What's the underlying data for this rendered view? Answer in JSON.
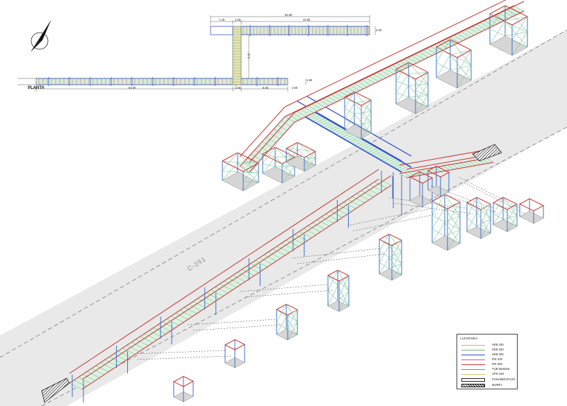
{
  "plan": {
    "title": "PLANTA",
    "dims": {
      "total_top": "52.50",
      "left_top": "7.40",
      "mid_top": "2.50",
      "right_top": "42.60",
      "height_right": "4.00",
      "vertical_mid": "9.16",
      "bottom_total": "63.00",
      "bottom_mid": "2.50",
      "bottom_right": "6.05",
      "bottom_end": "2.60",
      "left_h": "1.60"
    }
  },
  "road": {
    "label": "C-251"
  },
  "legend": {
    "title": "LLEGENDA",
    "items": [
      {
        "label": "HEB 180",
        "color": "#c9b56a"
      },
      {
        "label": "HEB 200",
        "color": "#7fae8a"
      },
      {
        "label": "HEB 300",
        "color": "#2a4fd0"
      },
      {
        "label": "IPE 200",
        "color": "#c85a9a"
      },
      {
        "label": "IPE 360",
        "color": "#c83232"
      },
      {
        "label": "TUB 80x80x5",
        "color": "#5aa070"
      },
      {
        "label": "UPN 160",
        "color": "#d8c46a"
      }
    ],
    "foundation": "FONAMENTACIÓ",
    "wall": "MURET"
  },
  "colors": {
    "chord": "#c83232",
    "deck": "#7fc49a",
    "column": "#3a70c8",
    "bridge": "#2a4fd0",
    "yellow": "#d8c46a"
  }
}
